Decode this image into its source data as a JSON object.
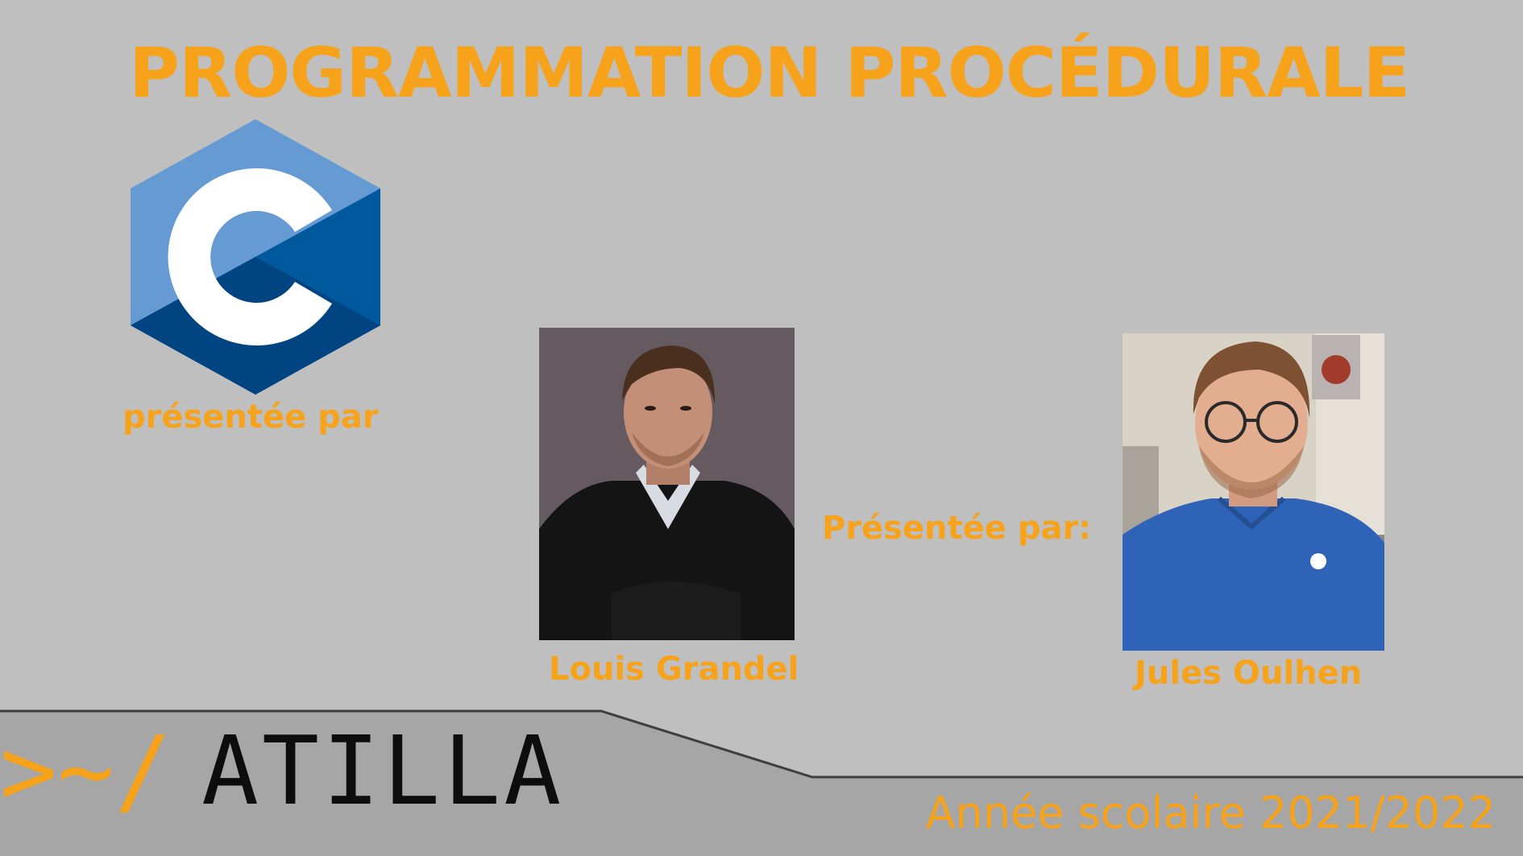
{
  "slide": {
    "title": "PROGRAMMATION PROCÉDURALE",
    "logo_icon": "c-language-logo-icon",
    "presented_by_lower": "présentée par",
    "presented_by_upper": "Présentée par:",
    "presenters": [
      {
        "name": "Louis Grandel",
        "photo_icon": "portrait-photo"
      },
      {
        "name": "Jules Oulhen",
        "photo_icon": "portrait-photo"
      }
    ],
    "brand": {
      "prompt": ">~/",
      "name": "ATILLA"
    },
    "school_year": "Année scolaire 2021/2022",
    "colors": {
      "background": "#bfbfbf",
      "accent": "#f7a21b",
      "banner": "#a6a6a6",
      "logo_light": "#659ad2",
      "logo_dark": "#00599c",
      "logo_mid": "#004482"
    }
  }
}
